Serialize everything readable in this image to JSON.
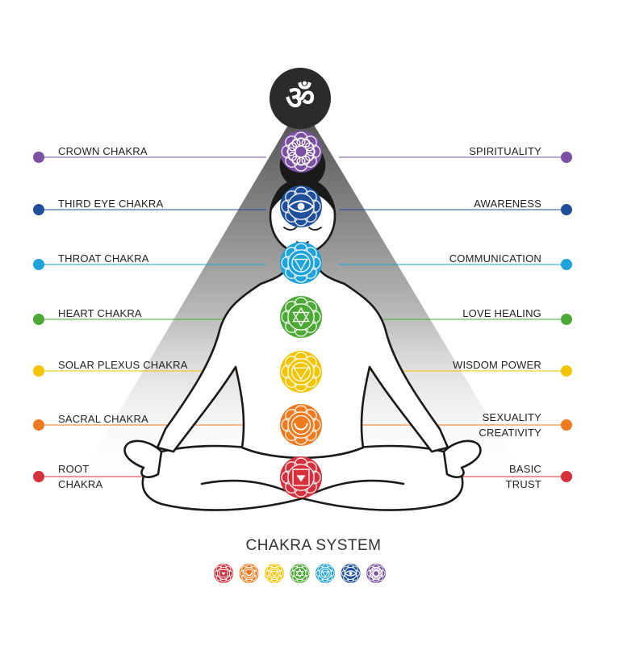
{
  "title": "CHAKRA SYSTEM",
  "om_symbol": "ॐ",
  "chakras": [
    {
      "name_lines": [
        "CROWN CHAKRA"
      ],
      "meaning_lines": [
        "SPIRITUALITY"
      ],
      "color": "#7b4fa1",
      "icon": "lotus-thousand-petal-icon"
    },
    {
      "name_lines": [
        "THIRD EYE CHAKRA"
      ],
      "meaning_lines": [
        "AWARENESS"
      ],
      "color": "#1f4f9a",
      "icon": "eye-icon"
    },
    {
      "name_lines": [
        "THROAT CHAKRA"
      ],
      "meaning_lines": [
        "COMMUNICATION"
      ],
      "color": "#1ea3dc",
      "icon": "throat-triangle-icon"
    },
    {
      "name_lines": [
        "HEART CHAKRA"
      ],
      "meaning_lines": [
        "LOVE HEALING"
      ],
      "color": "#4ca935",
      "icon": "hexagram-icon"
    },
    {
      "name_lines": [
        "SOLAR PLEXUS CHAKRA"
      ],
      "meaning_lines": [
        "WISDOM POWER"
      ],
      "color": "#f2c500",
      "icon": "triangle-down-icon"
    },
    {
      "name_lines": [
        "SACRAL CHAKRA"
      ],
      "meaning_lines": [
        "SEXUALITY",
        "CREATIVITY"
      ],
      "color": "#ee7b1f",
      "icon": "crescent-moon-icon"
    },
    {
      "name_lines": [
        "ROOT",
        "CHAKRA"
      ],
      "meaning_lines": [
        "BASIC",
        "TRUST"
      ],
      "color": "#d5303b",
      "icon": "square-triangle-icon"
    }
  ],
  "colors": {
    "om_bg": "#2b2b2b",
    "beam_top": "#4d4d4d",
    "beam_bottom": "#ffffff",
    "outline": "#1a1a1a"
  }
}
